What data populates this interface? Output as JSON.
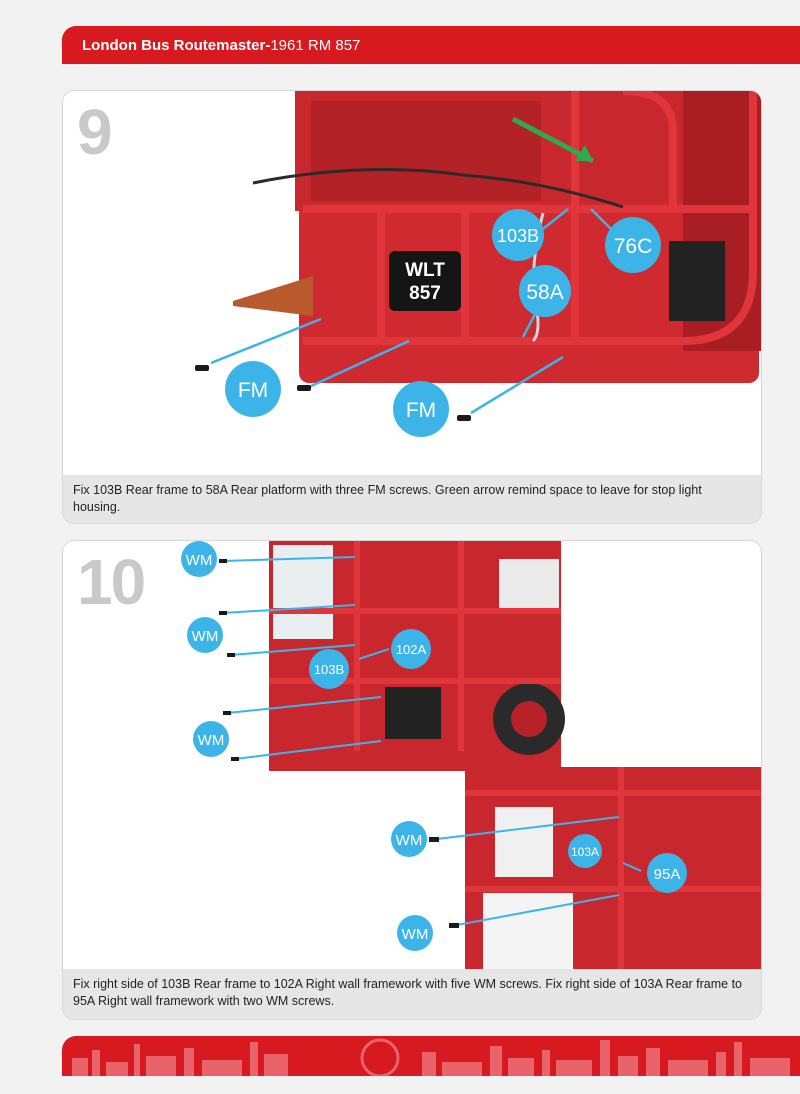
{
  "header": {
    "title_bold": "London Bus Routemaster-",
    "title_rest": "1961 RM 857"
  },
  "step9": {
    "number": "9",
    "plate_line1": "WLT",
    "plate_line2": "857",
    "labels": {
      "l103b": "103B",
      "l76c": "76C",
      "l58a": "58A",
      "fm1": "FM",
      "fm2": "FM"
    },
    "caption": "Fix 103B Rear frame to 58A Rear platform with three FM screws. Green arrow remind space to leave for stop light housing."
  },
  "step10": {
    "number": "10",
    "labels": {
      "wm1": "WM",
      "wm2": "WM",
      "wm3": "WM",
      "l102a": "102A",
      "l103b": "103B",
      "wm4": "WM",
      "l103a": "103A",
      "l95a": "95A",
      "wm5": "WM"
    },
    "caption": "Fix right side of 103B Rear frame to 102A Right wall framework with five WM screws. Fix right side of 103A Rear frame to 95A Right wall framework with two WM screws."
  },
  "colors": {
    "brand_red": "#d71920",
    "callout_blue": "#3db4e8",
    "arrow_green": "#2fa84f",
    "step_gray": "#c9c9c9"
  }
}
